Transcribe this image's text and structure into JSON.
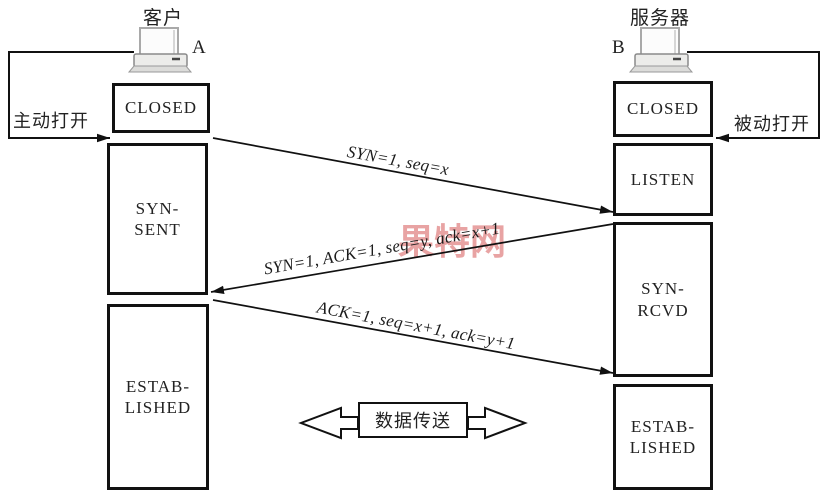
{
  "diagram": {
    "title_semantic": "TCP three-way handshake state diagram",
    "client": {
      "title": "客户",
      "host_label": "A",
      "open_label": "主动打开",
      "states": [
        {
          "label": "CLOSED"
        },
        {
          "label": "SYN-\nSENT"
        },
        {
          "label": "ESTAB-\nLISHED"
        }
      ]
    },
    "server": {
      "title": "服务器",
      "host_label": "B",
      "open_label": "被动打开",
      "states": [
        {
          "label": "CLOSED"
        },
        {
          "label": "LISTEN"
        },
        {
          "label": "SYN-\nRCVD"
        },
        {
          "label": "ESTAB-\nLISHED"
        }
      ]
    },
    "messages": [
      {
        "text": "SYN=1, seq=x"
      },
      {
        "text": "SYN=1, ACK=1, seq=y, ack=x+1"
      },
      {
        "text": "ACK=1, seq=x+1, ack=y+1"
      }
    ],
    "data_transfer_label": "数据传送",
    "watermark_text": "果特网",
    "colors": {
      "line": "#111111",
      "text": "#222222",
      "watermark": "#e49494",
      "background": "#ffffff"
    }
  }
}
